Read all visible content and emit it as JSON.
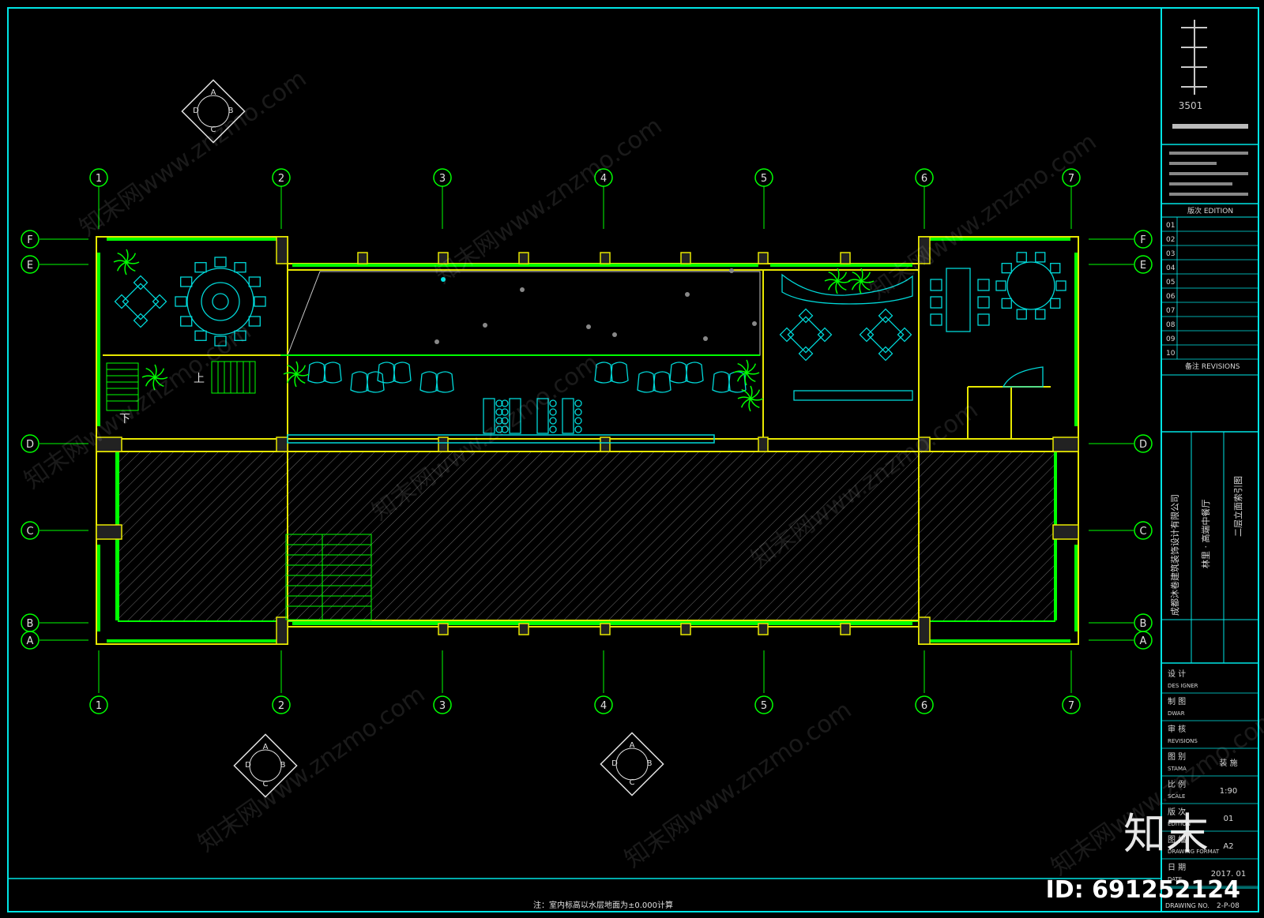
{
  "grid_columns_top": [
    "1",
    "2",
    "3",
    "4",
    "5",
    "6",
    "7"
  ],
  "grid_columns_bottom": [
    "1",
    "2",
    "3",
    "4",
    "5",
    "6",
    "7"
  ],
  "grid_rows_left": [
    "F",
    "E",
    "D",
    "C",
    "B",
    "A"
  ],
  "grid_rows_right": [
    "F",
    "E",
    "D",
    "C",
    "B",
    "A"
  ],
  "stair_labels": {
    "up": "上",
    "down": "下"
  },
  "section_marker_letters": [
    "A",
    "B",
    "C",
    "D"
  ],
  "note": "注：室内标高以水层地面为±0.000计算",
  "title_block": {
    "logo_text": "3501",
    "edition_label": "版次 EDITION",
    "revision_rows": [
      "01",
      "02",
      "03",
      "04",
      "05",
      "06",
      "07",
      "08",
      "09",
      "10"
    ],
    "remarks_label": "备注 REVISIONS",
    "company": "成都沐卷建筑装饰设计有限公司",
    "project": "林里 · 高端中餐厅",
    "drawing_name": "二层立面索引图",
    "fields": [
      {
        "label": "设  计",
        "sub": "DES IGNER",
        "value": ""
      },
      {
        "label": "制  图",
        "sub": "DWAR",
        "value": ""
      },
      {
        "label": "审  核",
        "sub": "REVISIONS",
        "value": ""
      },
      {
        "label": "图  别",
        "sub": "STAMA",
        "value": "装 施"
      },
      {
        "label": "比  例",
        "sub": "SCALE",
        "value": "1:90"
      },
      {
        "label": "版  次",
        "sub": "EDITION",
        "value": "01"
      },
      {
        "label": "图  幅",
        "sub": "DRAWING FORMAT",
        "value": "A2"
      },
      {
        "label": "日  期",
        "sub": "DATE",
        "value": "2017. 01"
      }
    ],
    "drawing_no": "2-P-08",
    "drawing_no_label": "DRAWING NO."
  },
  "watermark": "知末网www.znzmo.com",
  "brand": "知末",
  "id_text": "ID: 691252124",
  "colors": {
    "frame": "#00e5e5",
    "wall": "#e8e800",
    "green": "#00ff00",
    "cyan": "#00d8d8",
    "white": "#e0e0e0"
  }
}
